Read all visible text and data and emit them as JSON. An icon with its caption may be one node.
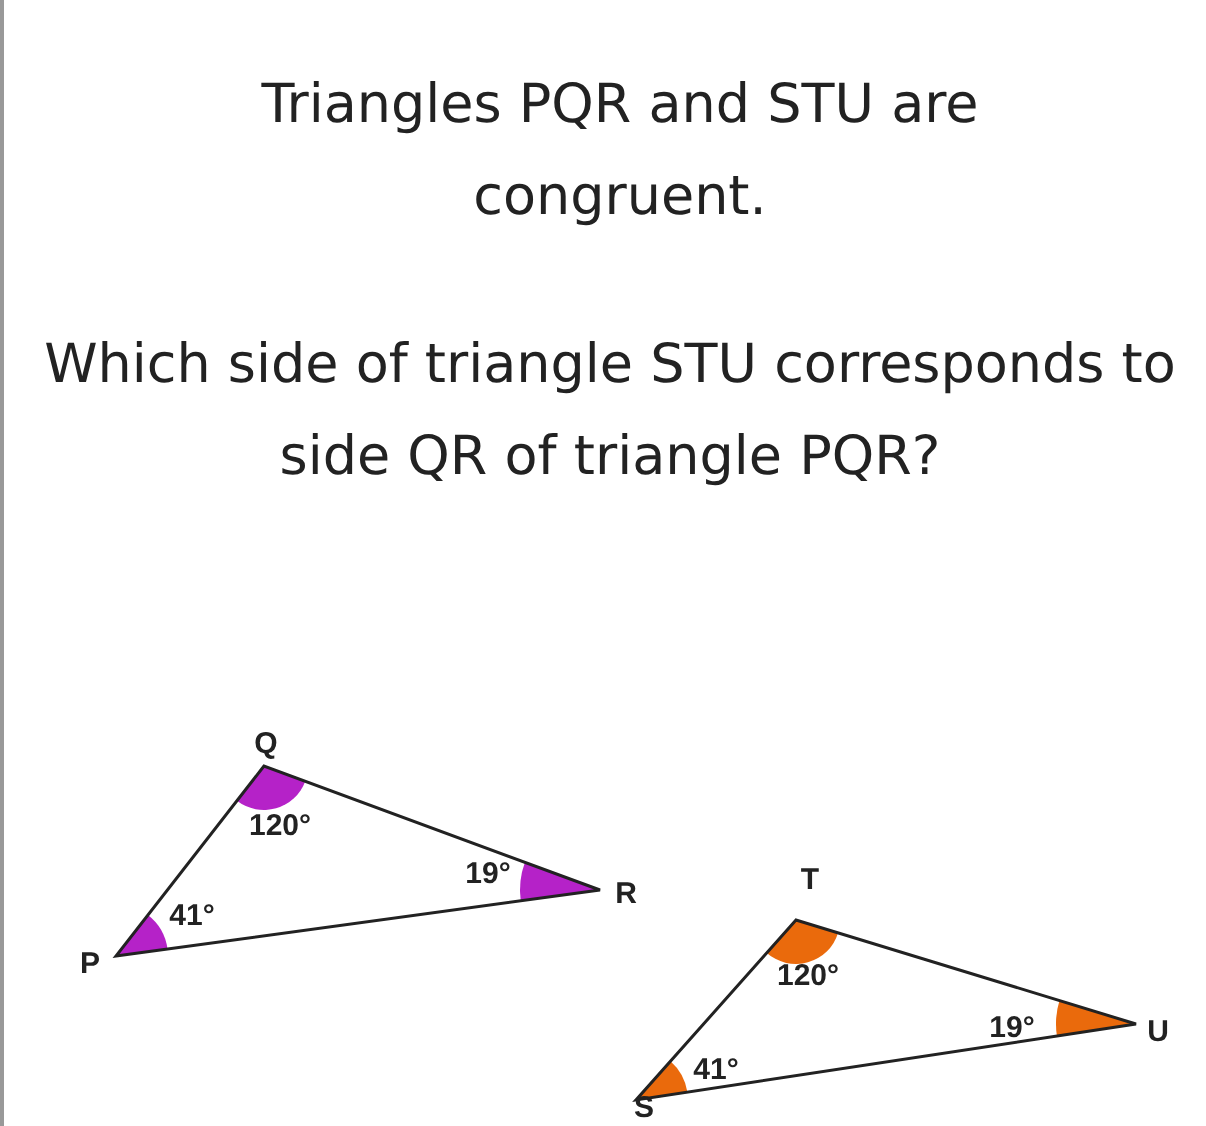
{
  "diagram": {
    "labels": [
      "Triangles PQR and STU are congruent.",
      "Which side of triangle STU corresponds to side QR of triangle PQR?",
      "Q",
      "120°",
      "19°",
      "R",
      "T",
      "41°",
      "P",
      "120°",
      "19°",
      "U",
      "41°",
      "S"
    ]
  }
}
